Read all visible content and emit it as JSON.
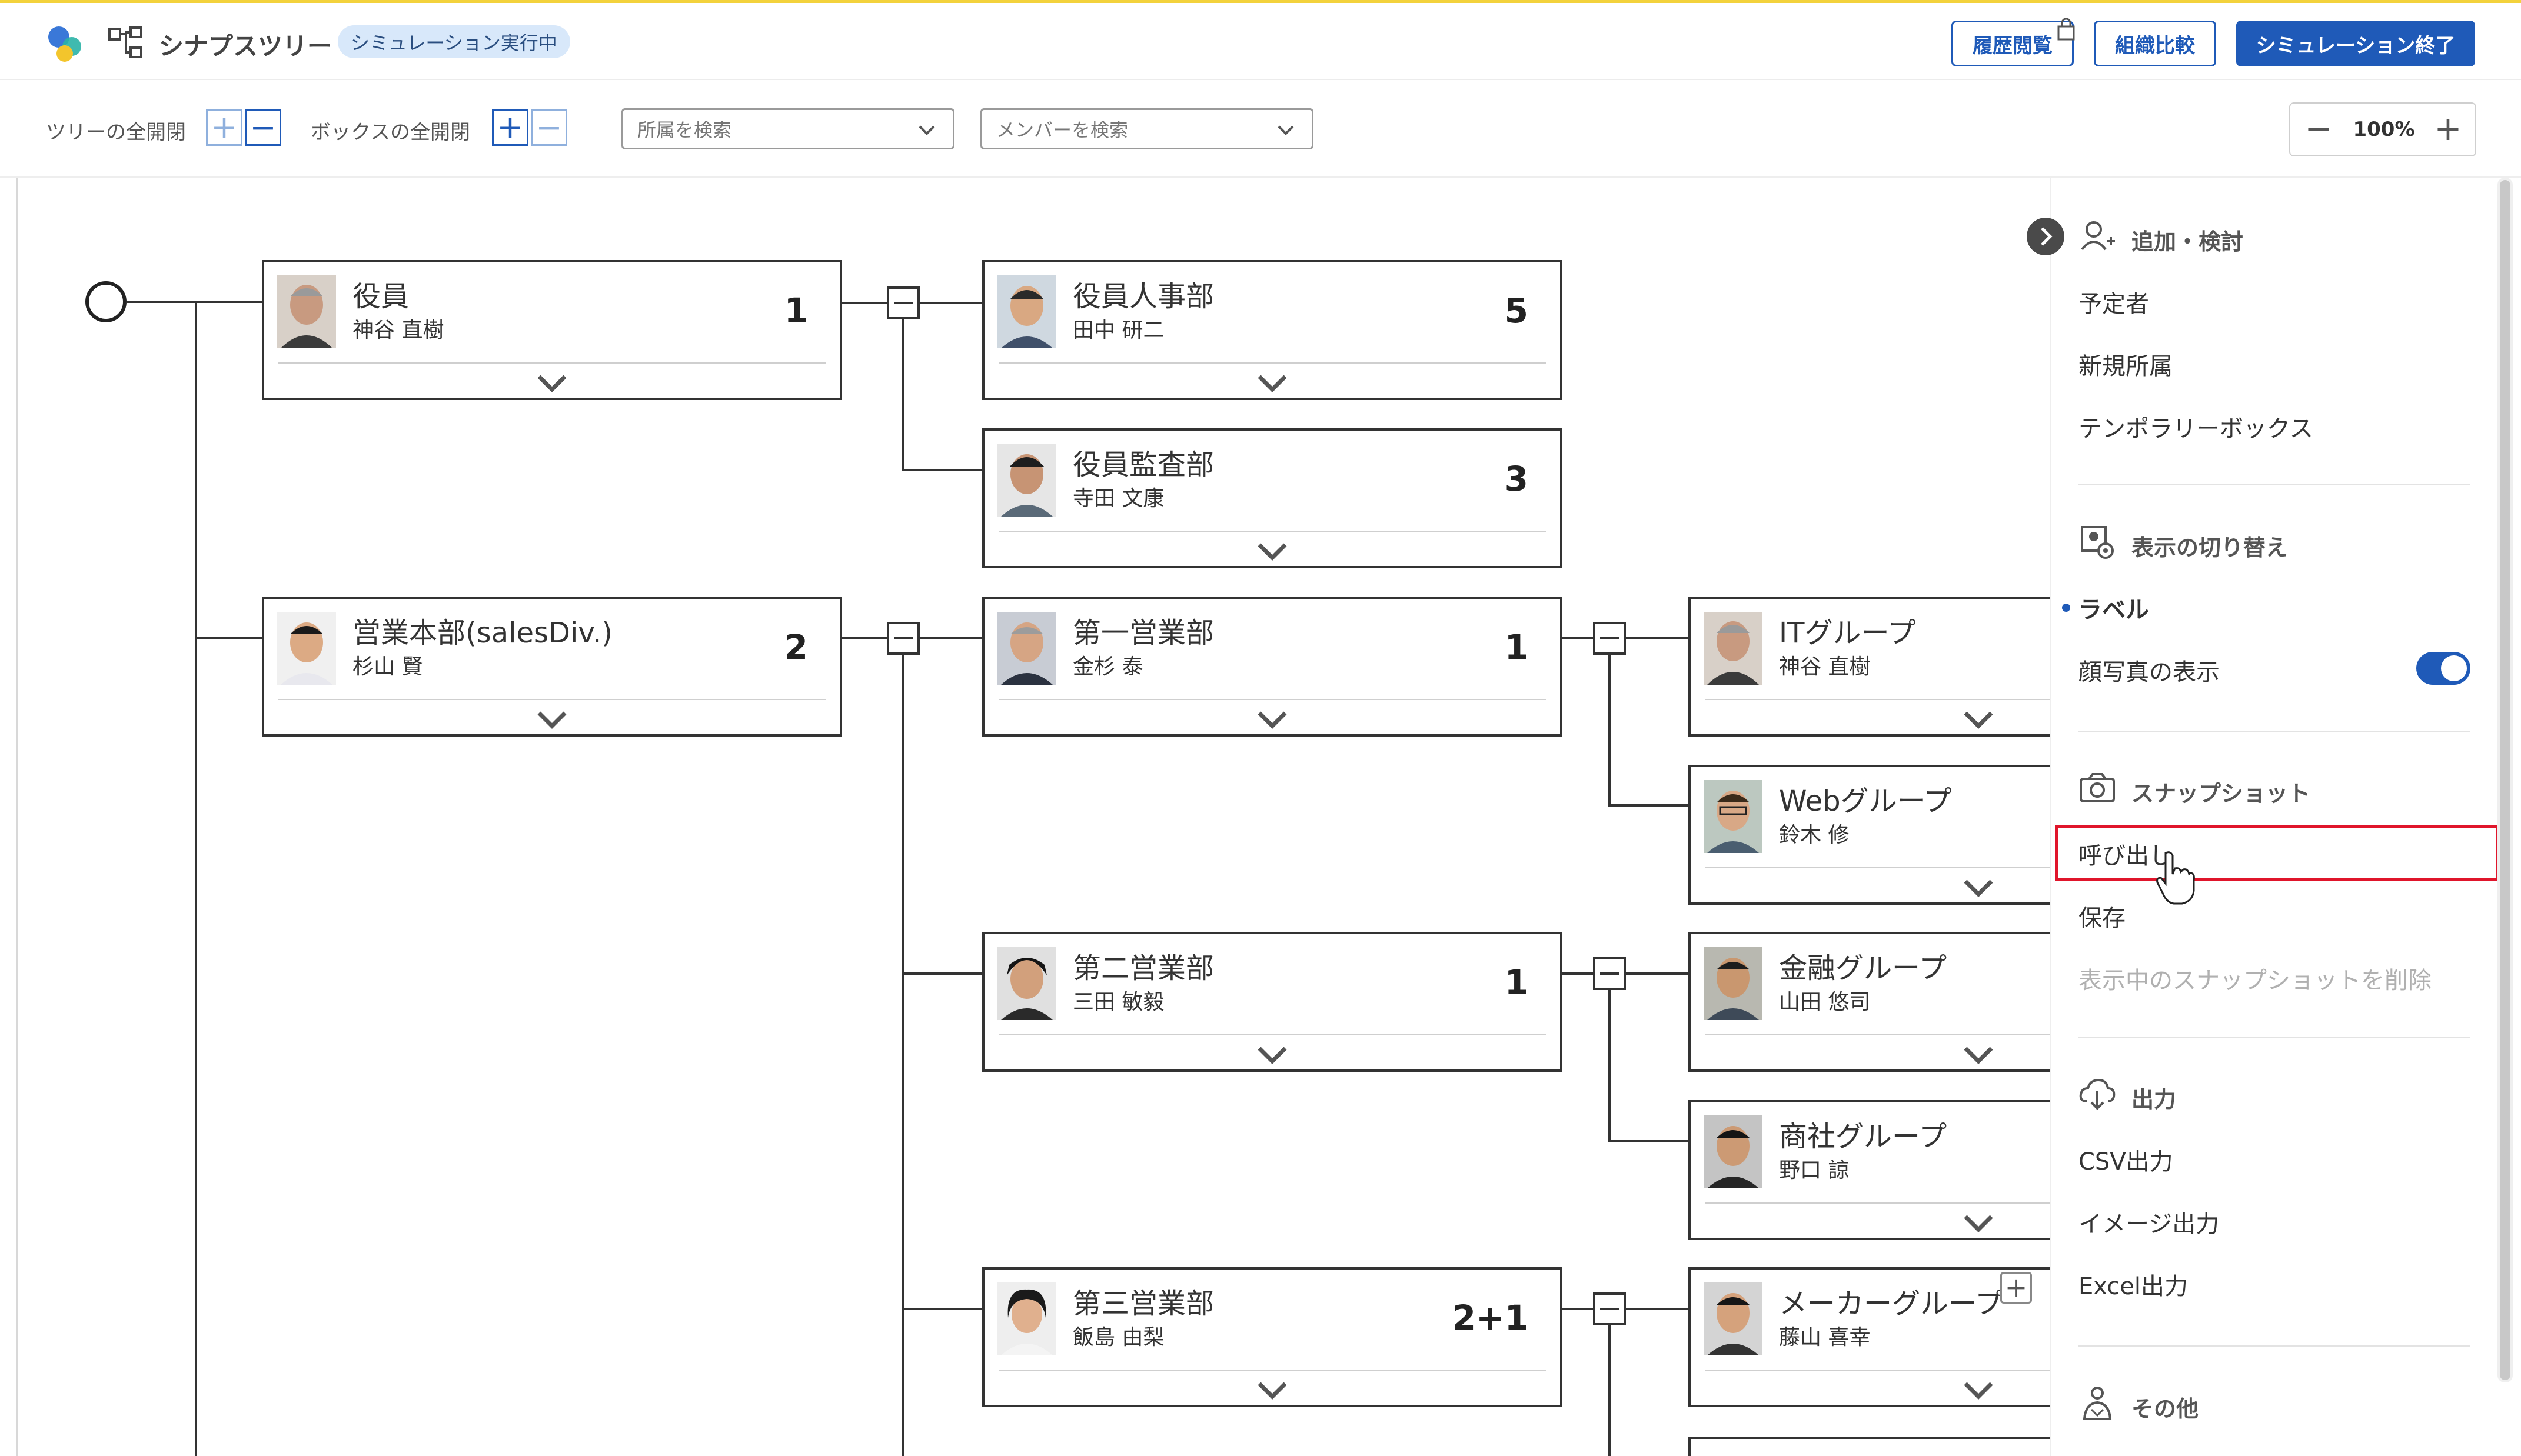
{
  "app": {
    "name": "シナプスツリー",
    "status_badge": "シミュレーション実行中",
    "history_button": "履歴閲覧",
    "compare_button": "組織比較",
    "end_button": "シミュレーション終了"
  },
  "toolbar": {
    "tree_toggle_label": "ツリーの全開閉",
    "box_toggle_label": "ボックスの全開閉",
    "department_search_placeholder": "所属を検索",
    "member_search_placeholder": "メンバーを検索",
    "zoom_level": "100%"
  },
  "tree": {
    "nodes": [
      {
        "title": "役員",
        "person": "神谷 直樹",
        "count": "1"
      },
      {
        "title": "役員人事部",
        "person": "田中 研二",
        "count": "5"
      },
      {
        "title": "役員監査部",
        "person": "寺田 文康",
        "count": "3"
      },
      {
        "title": "営業本部(salesDiv.)",
        "person": "杉山 賢",
        "count": "2"
      },
      {
        "title": "第一営業部",
        "person": "金杉 泰",
        "count": "1"
      },
      {
        "title": "ITグループ",
        "person": "神谷 直樹",
        "count": ""
      },
      {
        "title": "Webグループ",
        "person": "鈴木 修",
        "count": ""
      },
      {
        "title": "第二営業部",
        "person": "三田 敏毅",
        "count": "1"
      },
      {
        "title": "金融グループ",
        "person": "山田 悠司",
        "count": ""
      },
      {
        "title": "商社グループ",
        "person": "野口 諒",
        "count": ""
      },
      {
        "title": "第三営業部",
        "person": "飯島 由梨",
        "count": "2+1"
      },
      {
        "title": "メーカーグループ",
        "person": "藤山 喜幸",
        "count": ""
      }
    ]
  },
  "panel": {
    "add_section": {
      "heading": "追加・検討",
      "items": [
        "予定者",
        "新規所属",
        "テンポラリーボックス"
      ]
    },
    "display_section": {
      "heading": "表示の切り替え",
      "label_option": "ラベル",
      "photo_toggle_label": "顔写真の表示",
      "photo_toggle_on": true
    },
    "snapshot_section": {
      "heading": "スナップショット",
      "recall": "呼び出し",
      "save": "保存",
      "delete_disabled": "表示中のスナップショットを削除"
    },
    "output_section": {
      "heading": "出力",
      "items": [
        "CSV出力",
        "イメージ出力",
        "Excel出力"
      ]
    },
    "other_section": {
      "heading": "その他"
    }
  },
  "colors": {
    "accent": "#1f5ab8",
    "highlight_box": "#e0152b",
    "header_top_stripe": "#f3d23c"
  }
}
